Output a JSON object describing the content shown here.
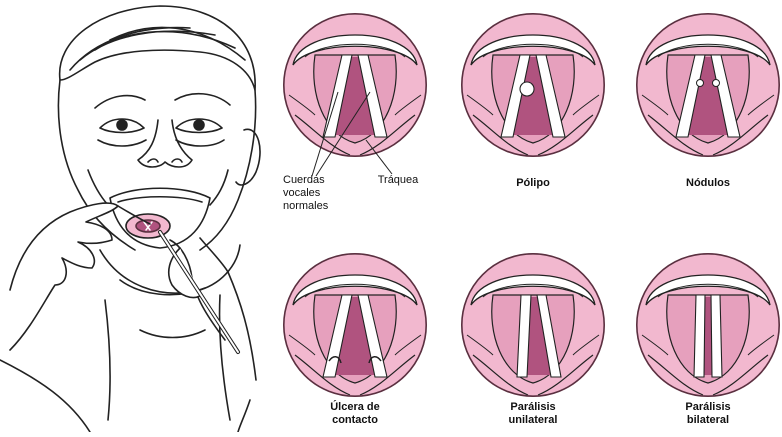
{
  "labels": {
    "normal_1": "Cuerdas",
    "normal_2": "vocales",
    "normal_3": "normales",
    "trachea": "Tráquea",
    "polyp": "Pólipo",
    "nodules": "Nódulos",
    "ulcer_1": "Úlcera de",
    "ulcer_2": "contacto",
    "unilateral_1": "Parálisis",
    "unilateral_2": "unilateral",
    "bilateral_1": "Parálisis",
    "bilateral_2": "bilateral"
  },
  "colors": {
    "circle_fill": "#f2b8cf",
    "circle_stroke": "#5a3040",
    "glottis_fill": "#b0537f",
    "tissue_fill": "#e6a0bd",
    "cord_fill": "#ffffff",
    "line": "#222222"
  }
}
